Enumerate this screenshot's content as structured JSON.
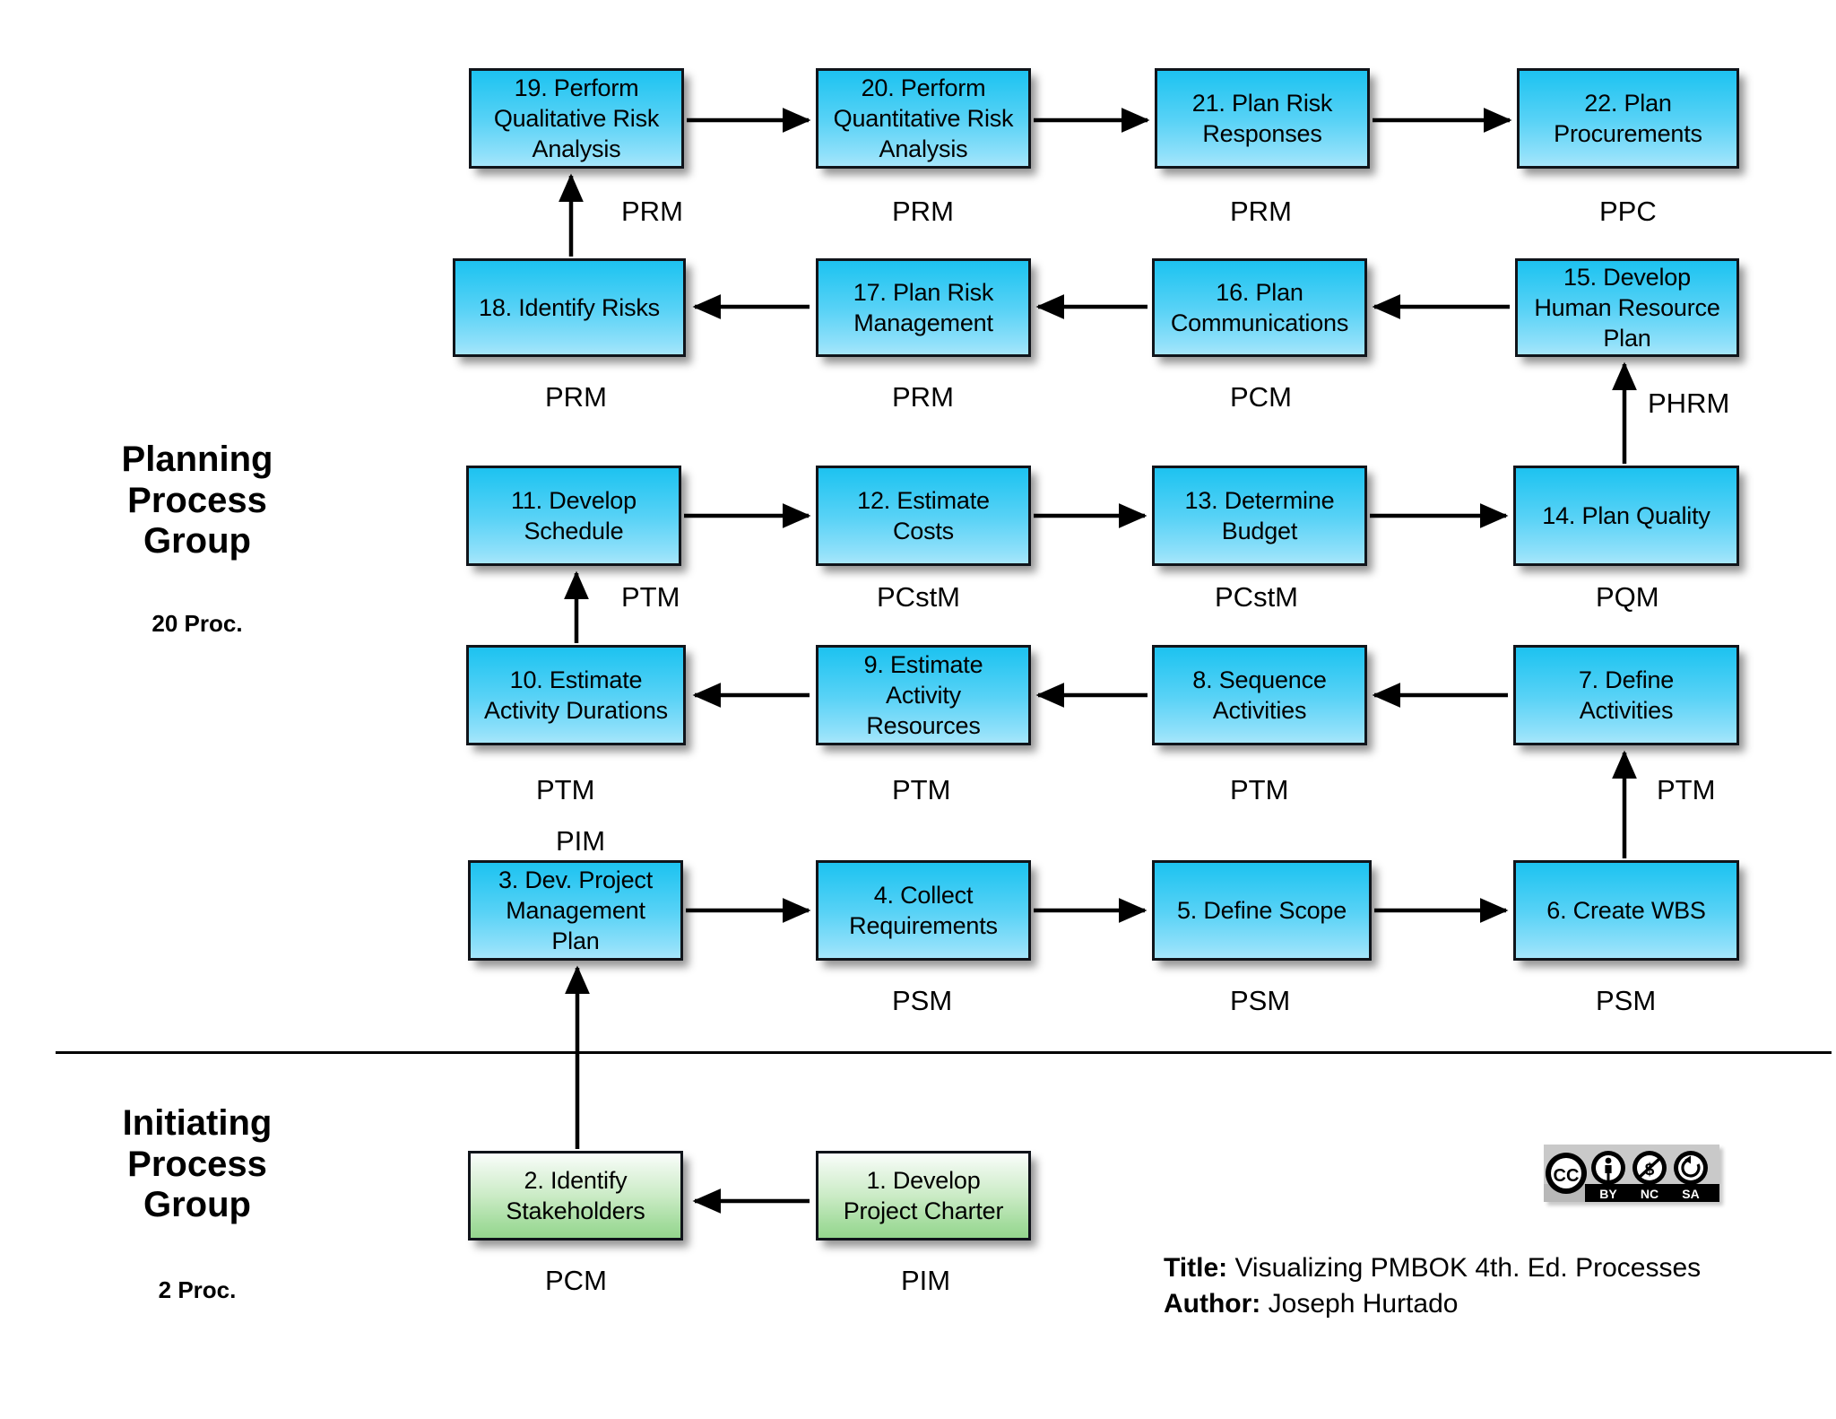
{
  "diagram": {
    "title_label": "Title:",
    "title_value": "Visualizing PMBOK 4th. Ed. Processes",
    "author_label": "Author:",
    "author_value": "Joseph Hurtado",
    "license_icon": "creative-commons-by-nc-sa-badge",
    "license_parts": [
      "CC",
      "BY",
      "NC",
      "SA"
    ],
    "colors": {
      "planning_box_top": "#1ec2f0",
      "planning_box_bottom": "#a6e6fb",
      "initiating_box_top": "#fbfefb",
      "initiating_box_bottom": "#94d68d",
      "border": "#10141a",
      "text": "#000000",
      "background": "#ffffff"
    }
  },
  "groups": [
    {
      "id": "planning",
      "title_lines": [
        "Planning",
        "Process",
        "Group"
      ],
      "count": "20 Proc."
    },
    {
      "id": "initiating",
      "title_lines": [
        "Initiating",
        "Process",
        "Group"
      ],
      "count": "2 Proc."
    }
  ],
  "nodes": [
    {
      "id": "n19",
      "lines": [
        "19. Perform",
        "Qualitative Risk",
        "Analysis"
      ],
      "ka": "PRM",
      "group": "planning"
    },
    {
      "id": "n20",
      "lines": [
        "20. Perform",
        "Quantitative Risk",
        "Analysis"
      ],
      "ka": "PRM",
      "group": "planning"
    },
    {
      "id": "n21",
      "lines": [
        "21. Plan Risk",
        "Responses"
      ],
      "ka": "PRM",
      "group": "planning"
    },
    {
      "id": "n22",
      "lines": [
        "22. Plan",
        "Procurements"
      ],
      "ka": "PPC",
      "group": "planning"
    },
    {
      "id": "n18",
      "lines": [
        "18. Identify Risks"
      ],
      "ka": "PRM",
      "group": "planning"
    },
    {
      "id": "n17",
      "lines": [
        "17. Plan Risk",
        "Management"
      ],
      "ka": "PRM",
      "group": "planning"
    },
    {
      "id": "n16",
      "lines": [
        "16. Plan",
        "Communications"
      ],
      "ka": "PCM",
      "group": "planning"
    },
    {
      "id": "n15",
      "lines": [
        "15. Develop",
        "Human Resource",
        "Plan"
      ],
      "ka": "PHRM",
      "group": "planning"
    },
    {
      "id": "n11",
      "lines": [
        "11. Develop",
        "Schedule"
      ],
      "ka": "PTM",
      "group": "planning"
    },
    {
      "id": "n12",
      "lines": [
        "12. Estimate",
        "Costs"
      ],
      "ka": "PCstM",
      "group": "planning"
    },
    {
      "id": "n13",
      "lines": [
        "13. Determine",
        "Budget"
      ],
      "ka": "PCstM",
      "group": "planning"
    },
    {
      "id": "n14",
      "lines": [
        "14. Plan Quality"
      ],
      "ka": "PQM",
      "group": "planning"
    },
    {
      "id": "n10",
      "lines": [
        "10. Estimate",
        "Activity Durations"
      ],
      "ka": "PTM",
      "group": "planning"
    },
    {
      "id": "n9",
      "lines": [
        "9. Estimate",
        "Activity",
        "Resources"
      ],
      "ka": "PTM",
      "group": "planning"
    },
    {
      "id": "n8",
      "lines": [
        "8. Sequence",
        "Activities"
      ],
      "ka": "PTM",
      "group": "planning"
    },
    {
      "id": "n7",
      "lines": [
        "7. Define",
        "Activities"
      ],
      "ka": "PTM",
      "group": "planning"
    },
    {
      "id": "n3",
      "lines": [
        "3. Dev. Project",
        "Management",
        "Plan"
      ],
      "ka": "PIM",
      "group": "planning"
    },
    {
      "id": "n4",
      "lines": [
        "4. Collect",
        "Requirements"
      ],
      "ka": "PSM",
      "group": "planning"
    },
    {
      "id": "n5",
      "lines": [
        "5. Define Scope"
      ],
      "ka": "PSM",
      "group": "planning"
    },
    {
      "id": "n6",
      "lines": [
        "6. Create WBS"
      ],
      "ka": "PSM",
      "group": "planning"
    },
    {
      "id": "n2",
      "lines": [
        "2. Identify",
        "Stakeholders"
      ],
      "ka": "PCM",
      "group": "initiating"
    },
    {
      "id": "n1",
      "lines": [
        "1. Develop",
        "Project Charter"
      ],
      "ka": "PIM",
      "group": "initiating"
    }
  ],
  "edges": [
    {
      "from": "n19",
      "to": "n20",
      "dir": "right"
    },
    {
      "from": "n20",
      "to": "n21",
      "dir": "right"
    },
    {
      "from": "n21",
      "to": "n22",
      "dir": "right"
    },
    {
      "from": "n18",
      "to": "n19",
      "dir": "up"
    },
    {
      "from": "n17",
      "to": "n18",
      "dir": "left"
    },
    {
      "from": "n16",
      "to": "n17",
      "dir": "left"
    },
    {
      "from": "n15",
      "to": "n16",
      "dir": "left"
    },
    {
      "from": "n14",
      "to": "n15",
      "dir": "up"
    },
    {
      "from": "n11",
      "to": "n12",
      "dir": "right"
    },
    {
      "from": "n12",
      "to": "n13",
      "dir": "right"
    },
    {
      "from": "n13",
      "to": "n14",
      "dir": "right"
    },
    {
      "from": "n10",
      "to": "n11",
      "dir": "up"
    },
    {
      "from": "n9",
      "to": "n10",
      "dir": "left"
    },
    {
      "from": "n8",
      "to": "n9",
      "dir": "left"
    },
    {
      "from": "n7",
      "to": "n8",
      "dir": "left"
    },
    {
      "from": "n6",
      "to": "n7",
      "dir": "up"
    },
    {
      "from": "n3",
      "to": "n4",
      "dir": "right"
    },
    {
      "from": "n4",
      "to": "n5",
      "dir": "right"
    },
    {
      "from": "n5",
      "to": "n6",
      "dir": "right"
    },
    {
      "from": "n2",
      "to": "n3",
      "dir": "up"
    },
    {
      "from": "n1",
      "to": "n2",
      "dir": "left"
    }
  ]
}
